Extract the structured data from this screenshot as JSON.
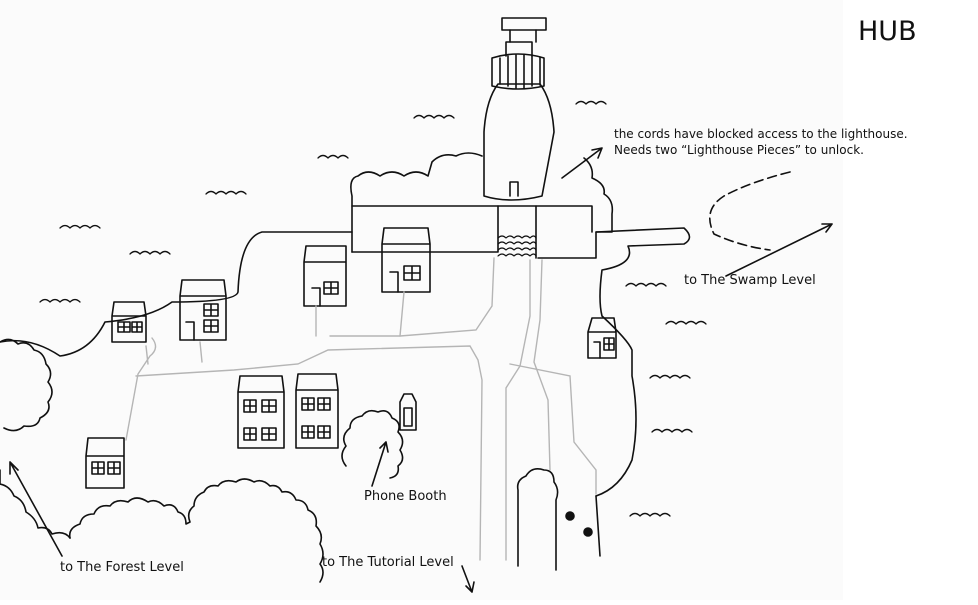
{
  "title": "HUB",
  "annotations": {
    "lighthouse_note_line1": "the cords have blocked access to the lighthouse.",
    "lighthouse_note_line2": "Needs two “Lighthouse Pieces” to unlock.",
    "phone_booth": "Phone Booth",
    "forest_level": "to The Forest Level",
    "tutorial_level": "to The Tutorial Level",
    "swamp_level": "to The Swamp Level"
  },
  "colors": {
    "ink": "#111111",
    "path": "#b5b5b5",
    "paper": "#fbfbfb"
  }
}
